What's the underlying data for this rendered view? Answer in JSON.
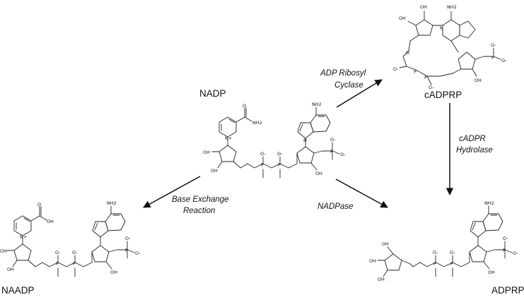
{
  "compounds": {
    "nadp": "NADP",
    "cadprp": "cADPRP",
    "naadp": "NAADP",
    "adprp": "ADPRP"
  },
  "reactions": {
    "adp_ribosyl_cyclase": [
      "ADP Ribosyl",
      "Cyclase"
    ],
    "cadpr_hydrolase": [
      "cADPR",
      "Hydrolase"
    ],
    "base_exchange": [
      "Base Exchange",
      "Reaction"
    ],
    "nadpase": "NADPase"
  },
  "atoms": {
    "oh": "OH",
    "nh2": "NH2",
    "n": "N",
    "n_plus": "N+",
    "o": "O",
    "o_minus": "O-",
    "p": "P"
  },
  "colors": {
    "ink": "#111111",
    "background": "#ffffff"
  }
}
